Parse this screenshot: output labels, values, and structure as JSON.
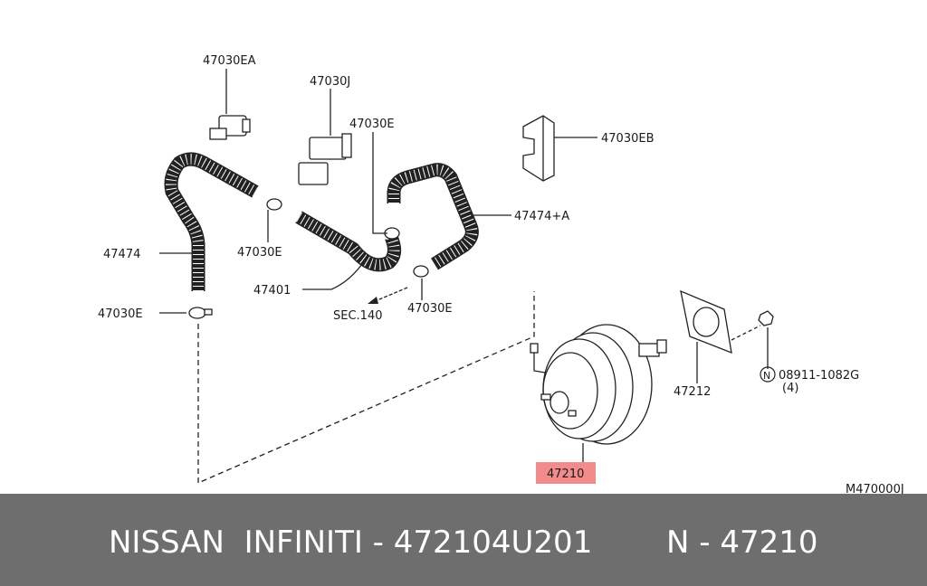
{
  "diagram": {
    "labels": {
      "ea": "47030EA",
      "j": "47030J",
      "e_top": "47030E",
      "eb": "47030EB",
      "hose_a": "47474+A",
      "hose": "47474",
      "e_mid": "47030E",
      "e_left": "47030E",
      "pipe": "47401",
      "sec": "SEC.140",
      "e_right": "47030E",
      "gasket": "47212",
      "nut": "08911-1082G",
      "nut_prefix": "N",
      "nut_qty": "(4)",
      "booster": "47210",
      "ref": "M470000J"
    },
    "highlight_color": "#f28b8b"
  },
  "footer": {
    "text_left": "NISSAN  INFINITI - 472104U201",
    "text_right": "N - 47210"
  }
}
